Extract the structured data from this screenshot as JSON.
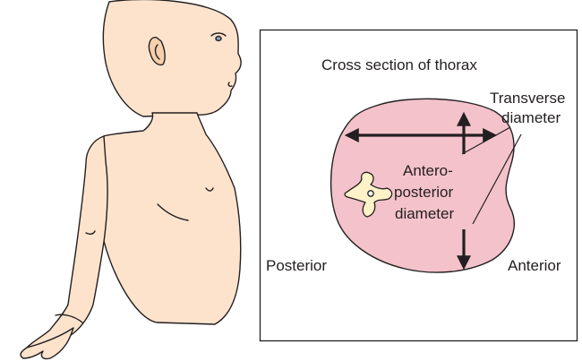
{
  "colors": {
    "skin": "#fde3cc",
    "skin_shadow": "#f6cfae",
    "outline": "#231f20",
    "thorax_fill": "#f4c2cb",
    "vertebra_fill": "#fdf2c8",
    "frame": "#231f20",
    "background": "#ffffff"
  },
  "panel": {
    "title": "Cross section of thorax"
  },
  "labels": {
    "transverse_line1": "Transverse",
    "transverse_line2": "diameter",
    "ap_line1": "Antero-",
    "ap_line2": "posterior",
    "ap_line3": "diameter",
    "posterior": "Posterior",
    "anterior": "Anterior"
  }
}
